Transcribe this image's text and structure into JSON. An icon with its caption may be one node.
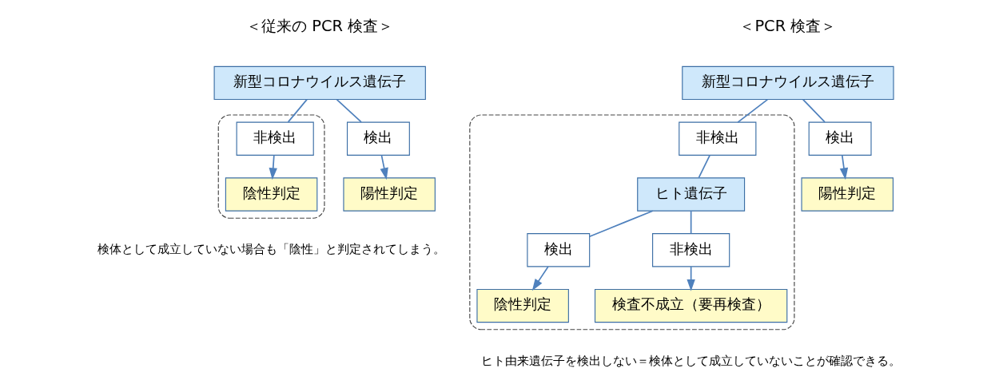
{
  "diagram": {
    "nodes": [
      {
        "text": [
          "新型コロナウイルス遺伝子"
        ]
      },
      {
        "text": [
          "検出"
        ]
      },
      {
        "text": [
          "陽性判定"
        ]
      },
      {
        "text": [],
        "shape": "box",
        "beside": [
          "検体として成立していない場合も「陰性」と判定されてしまう。"
        ]
      },
      {
        "text": [
          "非検出"
        ],
        "in": 3
      },
      {
        "text": [
          "陰性判定"
        ],
        "in": 3
      },
      {
        "text": [
          "新型コロナウイルス遺伝子"
        ]
      },
      {
        "text": [
          "検出"
        ]
      },
      {
        "text": [
          "陽性判定"
        ]
      },
      {
        "text": [],
        "shape": "box",
        "beside": [
          "ヒト由来遺伝子を検出しない＝検体として成立していないことが確認できる。"
        ]
      },
      {
        "text": [
          "非検出"
        ],
        "in": 9
      },
      {
        "text": [
          "ヒト遺伝子"
        ],
        "in": 9
      },
      {
        "text": [
          "検出"
        ],
        "in": 9
      },
      {
        "text": [
          "非検出"
        ],
        "in": 9
      },
      {
        "text": [
          "陰性判定"
        ],
        "in": 9
      },
      {
        "text": [
          "検査不成立（要再検査）"
        ],
        "in": 9
      }
    ],
    "edges": [
      {
        "from": 0,
        "to": 1,
        "arrow": "none"
      },
      {
        "from": 0,
        "to": 4,
        "arrow": "none"
      },
      {
        "from": 1,
        "to": 2,
        "arrow": "to"
      },
      {
        "from": 4,
        "to": 5,
        "arrow": "to"
      },
      {
        "from": 6,
        "to": 7,
        "arrow": "none"
      },
      {
        "from": 6,
        "to": 10,
        "arrow": "none"
      },
      {
        "from": 7,
        "to": 8,
        "arrow": "to"
      },
      {
        "from": 10,
        "to": 11,
        "arrow": "none"
      },
      {
        "from": 11,
        "to": 12,
        "arrow": "none"
      },
      {
        "from": 11,
        "to": 13,
        "arrow": "none"
      },
      {
        "from": 12,
        "to": 14,
        "arrow": "to"
      },
      {
        "from": 13,
        "to": 15,
        "arrow": "to"
      }
    ],
    "labels": [
      "＜従来の PCR 検査＞",
      "＜PCR 検査＞"
    ]
  }
}
